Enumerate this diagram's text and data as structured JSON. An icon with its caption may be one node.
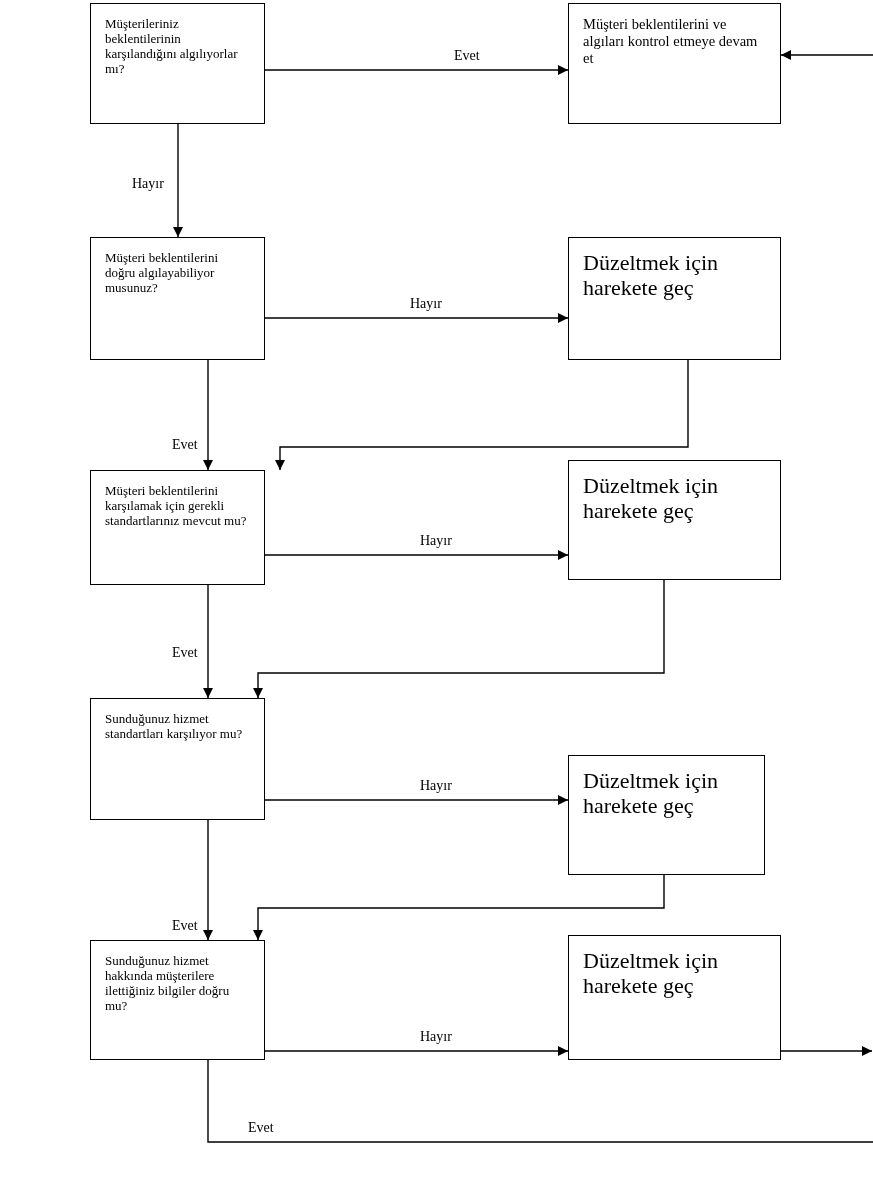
{
  "diagram": {
    "nodes": [
      {
        "text": [
          "Müşterileriniz beklentilerinin karşılandığını algılıyorlar mı?"
        ]
      },
      {
        "text": [
          "Müşteri beklentilerini ve algıları kontrol etmeye devam et"
        ]
      },
      {
        "text": [
          "Müşteri beklentilerini doğru algılayabiliyor musunuz?"
        ]
      },
      {
        "text": [
          "Düzeltmek için harekete geç"
        ]
      },
      {
        "text": [
          "Müşteri beklentilerini karşılamak için gerekli standartlarınız mevcut mu?"
        ]
      },
      {
        "text": [
          "Düzeltmek için harekete geç"
        ]
      },
      {
        "text": [
          "Sunduğunuz hizmet standartları karşılıyor mu?"
        ]
      },
      {
        "text": [
          "Düzeltmek için harekete geç"
        ]
      },
      {
        "text": [
          "Sunduğunuz hizmet hakkında müşterilere ilettiğiniz bilgiler doğru mu?"
        ]
      },
      {
        "text": [
          "Düzeltmek için harekete geç"
        ]
      }
    ],
    "edges": [
      {
        "from": 0,
        "to": 1,
        "arrow": "to",
        "label": "Evet"
      },
      {
        "from": 0,
        "to": 2,
        "arrow": "to",
        "label": "Hayır"
      },
      {
        "from": 2,
        "to": 3,
        "arrow": "to",
        "label": "Hayır"
      },
      {
        "from": 2,
        "to": 4,
        "arrow": "to",
        "label": "Evet"
      },
      {
        "from": 3,
        "to": 4,
        "arrow": "to"
      },
      {
        "from": 4,
        "to": 5,
        "arrow": "to",
        "label": "Hayır"
      },
      {
        "from": 4,
        "to": 6,
        "arrow": "to",
        "label": "Evet"
      },
      {
        "from": 5,
        "to": 6,
        "arrow": "to"
      },
      {
        "from": 6,
        "to": 7,
        "arrow": "to",
        "label": "Hayır"
      },
      {
        "from": 6,
        "to": 8,
        "arrow": "to",
        "label": "Evet"
      },
      {
        "from": 7,
        "to": 8,
        "arrow": "to"
      },
      {
        "from": 8,
        "to": 9,
        "arrow": "to",
        "label": "Hayır"
      },
      {
        "from": 9,
        "to": null,
        "arrow": "to"
      },
      {
        "from": 8,
        "to": null,
        "arrow": "none",
        "label": "Evet"
      },
      {
        "from": null,
        "to": 1,
        "arrow": "to"
      }
    ]
  }
}
